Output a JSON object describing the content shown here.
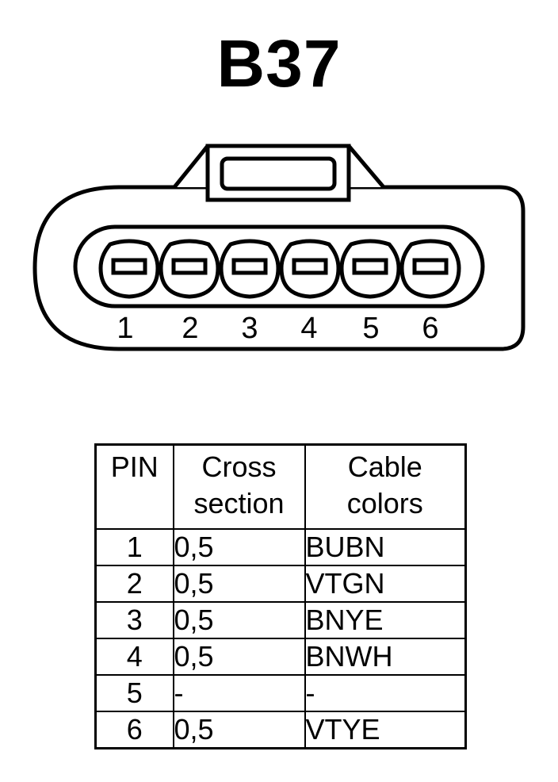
{
  "connector": {
    "name": "B37",
    "pins": [
      "1",
      "2",
      "3",
      "4",
      "5",
      "6"
    ]
  },
  "table": {
    "headers": {
      "pin": "PIN",
      "cross_section": [
        "Cross",
        "section"
      ],
      "cable_colors": [
        "Cable",
        "colors"
      ]
    },
    "rows": [
      {
        "pin": "1",
        "cross_section": "0,5",
        "color": "BUBN"
      },
      {
        "pin": "2",
        "cross_section": "0,5",
        "color": "VTGN"
      },
      {
        "pin": "3",
        "cross_section": "0,5",
        "color": "BNYE"
      },
      {
        "pin": "4",
        "cross_section": "0,5",
        "color": "BNWH"
      },
      {
        "pin": "5",
        "cross_section": "-",
        "color": "-"
      },
      {
        "pin": "6",
        "cross_section": "0,5",
        "color": "VTYE"
      }
    ]
  }
}
